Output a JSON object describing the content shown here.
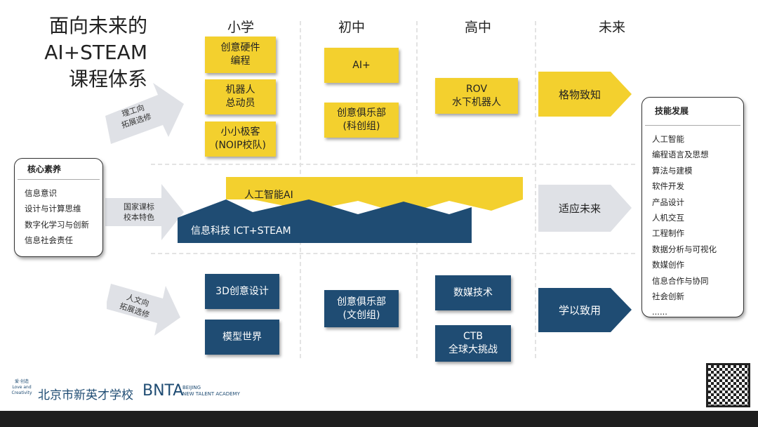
{
  "title": [
    "面向未来的",
    "AI+STEAM",
    "课程体系"
  ],
  "columns": [
    "小学",
    "初中",
    "高中",
    "未来"
  ],
  "colors": {
    "yellow": "#f3d02e",
    "navy": "#1f4c73",
    "arrow_gray": "#dfe1e6"
  },
  "science_track": {
    "label": "理工向\n拓展选修",
    "primary": [
      "创意硬件\n编程",
      "机器人\n总动员",
      "小小极客\n(NOIP校队)"
    ],
    "middle": [
      "AI+",
      "创意俱乐部\n(科创组)"
    ],
    "high": [
      "ROV\n水下机器人"
    ],
    "future": "格物致知"
  },
  "core_track": {
    "label": "国家课标\n校本特色",
    "ai": "人工智能AI",
    "ict": "信息科技 ICT+STEAM",
    "future": "适应未来"
  },
  "humanities_track": {
    "label": "人文向\n拓展选修",
    "primary": [
      "3D创意设计",
      "模型世界"
    ],
    "middle": [
      "创意俱乐部\n(文创组)"
    ],
    "high": [
      "数媒技术",
      "CTB\n全球大挑战"
    ],
    "future": "学以致用"
  },
  "core_literacy": {
    "title": "核心素养",
    "items": [
      "信息意识",
      "设计与计算思维",
      "数字化学习与创新",
      "信息社会责任"
    ]
  },
  "skills": {
    "title": "技能发展",
    "items": [
      "人工智能",
      "编程语言及思想",
      "算法与建模",
      "软件开发",
      "产品设计",
      "人机交互",
      "工程制作",
      "数据分析与可视化",
      "数媒创作",
      "信息合作与协同",
      "社会创新",
      "......"
    ]
  },
  "footer": {
    "slogan": "爱·创造 Love and Creativity",
    "school_cn": "北京市新英才学校",
    "school_abbr": "BNTA",
    "school_en": "BEIJING\nNEW TALENT ACADEMY"
  }
}
